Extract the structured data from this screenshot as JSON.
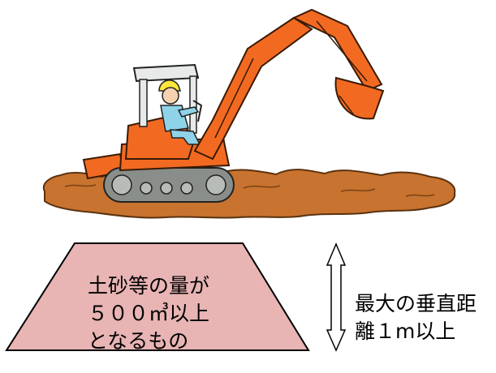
{
  "mound_label": {
    "line1": "土砂等の量が",
    "line2": "５００㎥以上",
    "line3": "となるもの"
  },
  "height_label": {
    "line1": "最大の垂直距",
    "line2": "離１m以上"
  },
  "colors": {
    "mound_fill": "#E8B4B4",
    "soil": "#C8732F",
    "excavator_orange": "#F26A21",
    "track": "#8A8E8A",
    "worker_shirt": "#8FD3E8",
    "helmet": "#FFE63A"
  }
}
